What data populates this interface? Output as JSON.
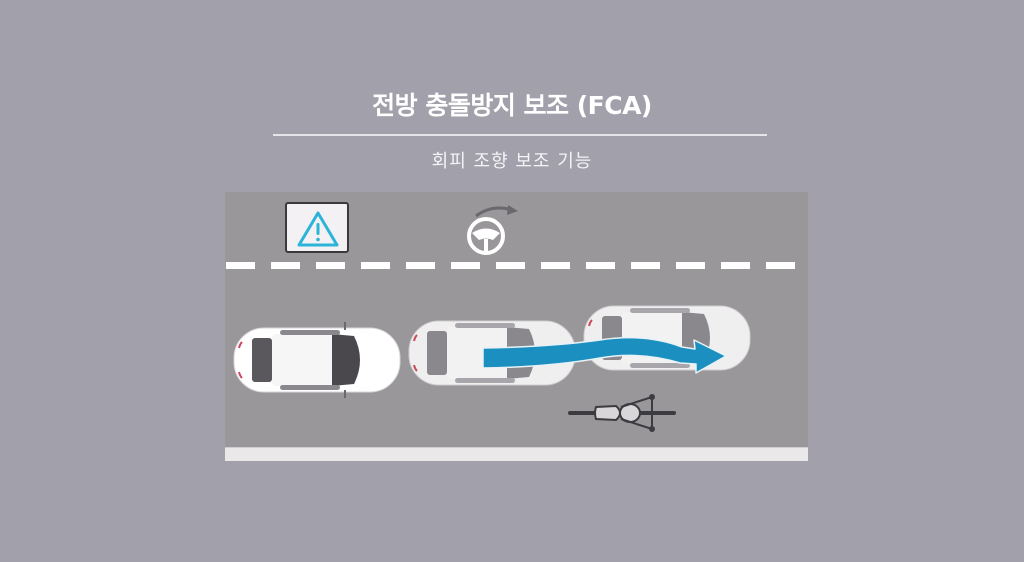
{
  "header": {
    "title": "전방 충돌방지 보조 (FCA)",
    "subtitle": "회피 조향 보조 기능"
  },
  "scene": {
    "warning_icon": "warning-triangle-icon",
    "steering_icon": "steering-wheel-icon",
    "vehicles": [
      "host-car",
      "leading-car-1",
      "leading-car-2"
    ],
    "obstacle": "bicycle",
    "path_arrow_color": "#1a8fc0",
    "warning_color": "#2cb4d8"
  }
}
